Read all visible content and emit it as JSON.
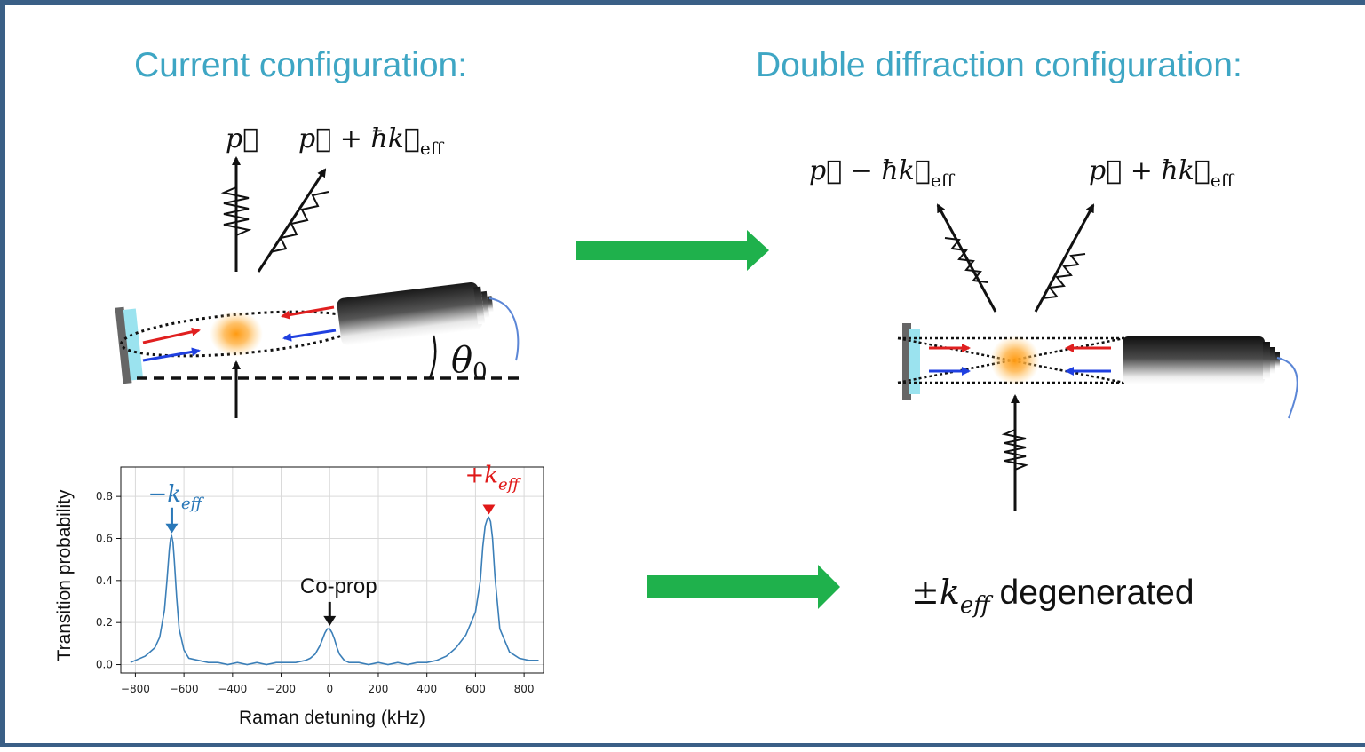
{
  "titles": {
    "current": "Current configuration:",
    "double": "Double diffraction configuration:"
  },
  "left_diagram": {
    "momentum_label_1": "p⃗",
    "momentum_label_2": "p⃗ + ħk⃗",
    "momentum_label_2_sub": "eff",
    "angle_label": "θ",
    "angle_label_sub": "0"
  },
  "right_diagram": {
    "momentum_label_minus": "p⃗ − ħk⃗",
    "momentum_label_plus": "p⃗ + ħk⃗",
    "sub": "eff"
  },
  "conclusion": {
    "prefix": "±k",
    "subscript": "eff",
    "suffix": " degenerated"
  },
  "colors": {
    "title": "#3ea6c4",
    "arrow_green": "#1fb14c",
    "beam_red": "#e02020",
    "beam_blue": "#2040e0",
    "series_blue": "#3b7fb8",
    "plus_keff_red": "#e01818",
    "minus_keff_blue": "#2a78b8",
    "mirror_face": "#9be3ef",
    "frame": "#3a5f86"
  },
  "chart_data": {
    "type": "line",
    "xlabel": "Raman detuning (kHz)",
    "ylabel": "Transition probability",
    "xlim": [
      -860,
      880
    ],
    "ylim": [
      -0.04,
      0.94
    ],
    "xticks": [
      -800,
      -600,
      -400,
      -200,
      0,
      200,
      400,
      600,
      800
    ],
    "xtick_labels": [
      "−800",
      "−600",
      "−400",
      "−200",
      "0",
      "200",
      "400",
      "600",
      "800"
    ],
    "yticks": [
      0.0,
      0.2,
      0.4,
      0.6,
      0.8
    ],
    "ytick_labels": [
      "0.0",
      "0.2",
      "0.4",
      "0.6",
      "0.8"
    ],
    "grid": true,
    "series": [
      {
        "x": [
          -820,
          -800,
          -760,
          -720,
          -700,
          -680,
          -670,
          -660,
          -655,
          -650,
          -645,
          -640,
          -630,
          -620,
          -600,
          -580,
          -540,
          -500,
          -460,
          -420,
          -380,
          -340,
          -300,
          -260,
          -220,
          -180,
          -140,
          -100,
          -80,
          -60,
          -40,
          -30,
          -20,
          -10,
          0,
          10,
          20,
          30,
          40,
          60,
          80,
          120,
          160,
          200,
          240,
          280,
          320,
          360,
          400,
          440,
          480,
          520,
          560,
          600,
          620,
          630,
          640,
          648,
          655,
          662,
          670,
          680,
          700,
          740,
          780,
          820,
          860
        ],
        "y": [
          0.01,
          0.02,
          0.04,
          0.08,
          0.13,
          0.26,
          0.4,
          0.55,
          0.6,
          0.61,
          0.58,
          0.5,
          0.32,
          0.17,
          0.07,
          0.03,
          0.02,
          0.01,
          0.01,
          0.0,
          0.01,
          0.0,
          0.01,
          0.0,
          0.01,
          0.01,
          0.01,
          0.02,
          0.03,
          0.05,
          0.09,
          0.12,
          0.15,
          0.17,
          0.17,
          0.15,
          0.12,
          0.08,
          0.05,
          0.02,
          0.01,
          0.01,
          0.0,
          0.01,
          0.0,
          0.01,
          0.0,
          0.01,
          0.01,
          0.02,
          0.04,
          0.08,
          0.14,
          0.25,
          0.4,
          0.56,
          0.66,
          0.69,
          0.7,
          0.68,
          0.6,
          0.42,
          0.17,
          0.06,
          0.03,
          0.02,
          0.02
        ]
      }
    ],
    "annotations": [
      {
        "text": "−k",
        "sub": "eff",
        "x": -650,
        "y": 0.62,
        "color": "#2a78b8"
      },
      {
        "text": "+k",
        "sub": "eff",
        "x": 655,
        "y": 0.71,
        "color": "#e01818"
      },
      {
        "text": "Co-prop",
        "x": 0,
        "y": 0.18,
        "color": "#111111"
      }
    ]
  }
}
